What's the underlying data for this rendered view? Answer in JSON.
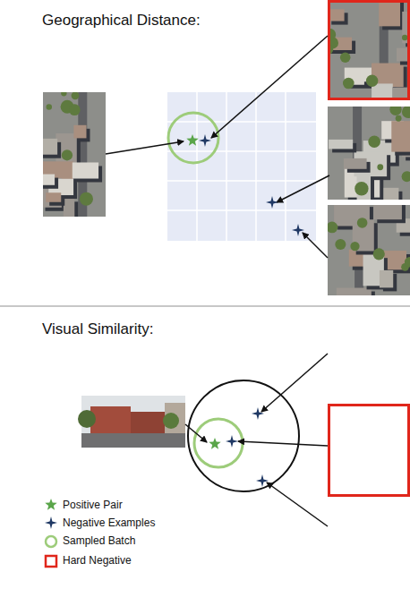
{
  "diagram": {
    "labels": [
      "Geographical Distance:",
      "Visual Similarity:"
    ],
    "legend": [
      {
        "text": "Positive Pair"
      },
      {
        "text": "Negative Examples"
      },
      {
        "text": "Sampled Batch"
      },
      {
        "text": "Hard Negative"
      }
    ]
  }
}
